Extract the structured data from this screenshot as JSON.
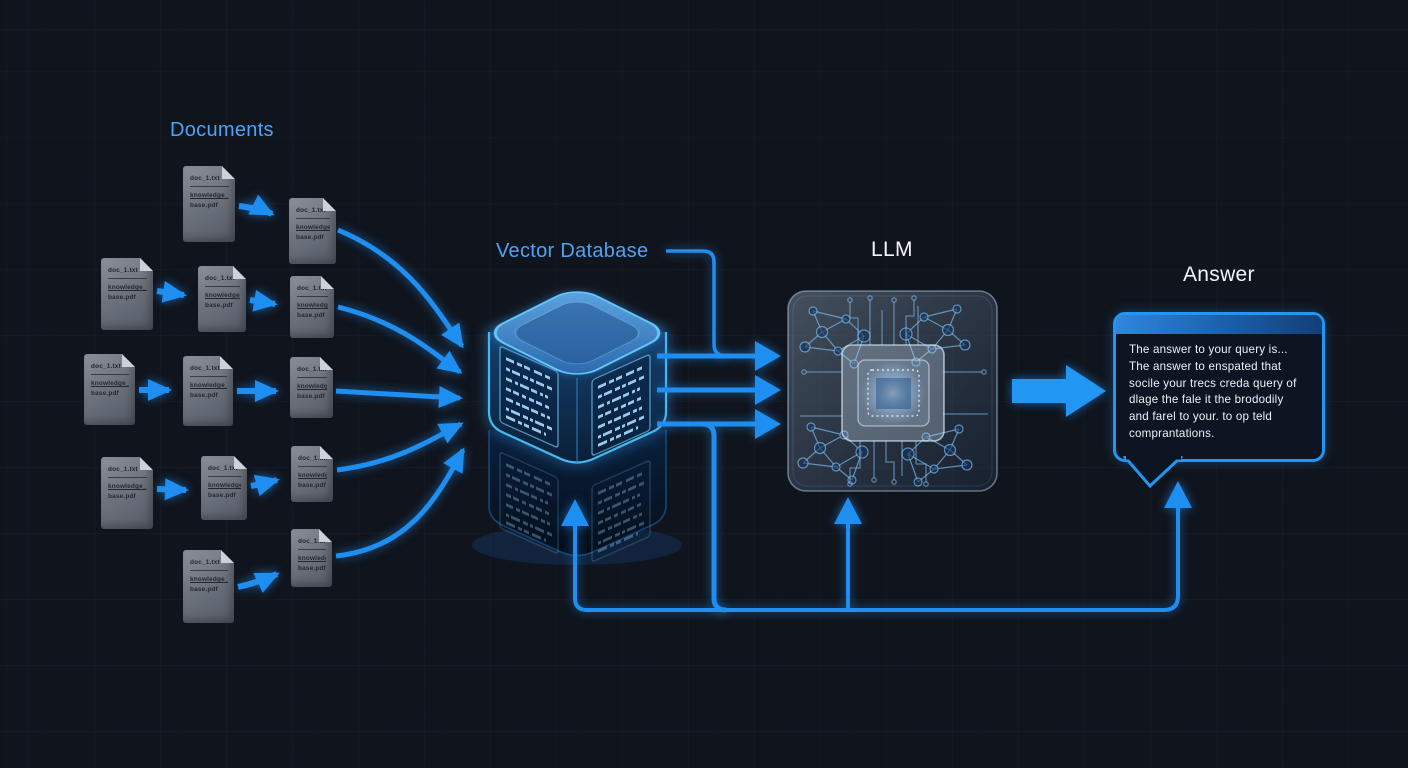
{
  "stages": {
    "documents": {
      "label": "Documents"
    },
    "vector_database": {
      "label": "Vector Database"
    },
    "llm": {
      "label": "LLM"
    },
    "answer": {
      "label": "Answer"
    }
  },
  "document_icon": {
    "line1": "doc_1.txt",
    "line2": "knowledge_",
    "line3": "base.pdf"
  },
  "answer_bubble": {
    "lines": [
      "The answer to your query is...",
      "The answer to enspated that",
      "socile your trecs creda query of",
      "dlage the fale it the brododily",
      "and farel to your. to op teld",
      "comprantations."
    ]
  },
  "flow_edges": [
    "documents -> documents (chunking arrows)",
    "documents -> vector_database",
    "vector_database -> llm (x3)",
    "llm -> answer",
    "feedback -> vector_database",
    "feedback -> llm",
    "feedback -> answer_bubble"
  ],
  "colors": {
    "background": "#10141c",
    "arrow_blue": "#1e8ef0",
    "label_blue": "#4da3f5",
    "label_white": "#f2f6fa",
    "doc_gray": "#6e747e",
    "bubble_border": "#2196f3",
    "db_top": "#58a0dd",
    "db_edge": "#45b9f2"
  }
}
